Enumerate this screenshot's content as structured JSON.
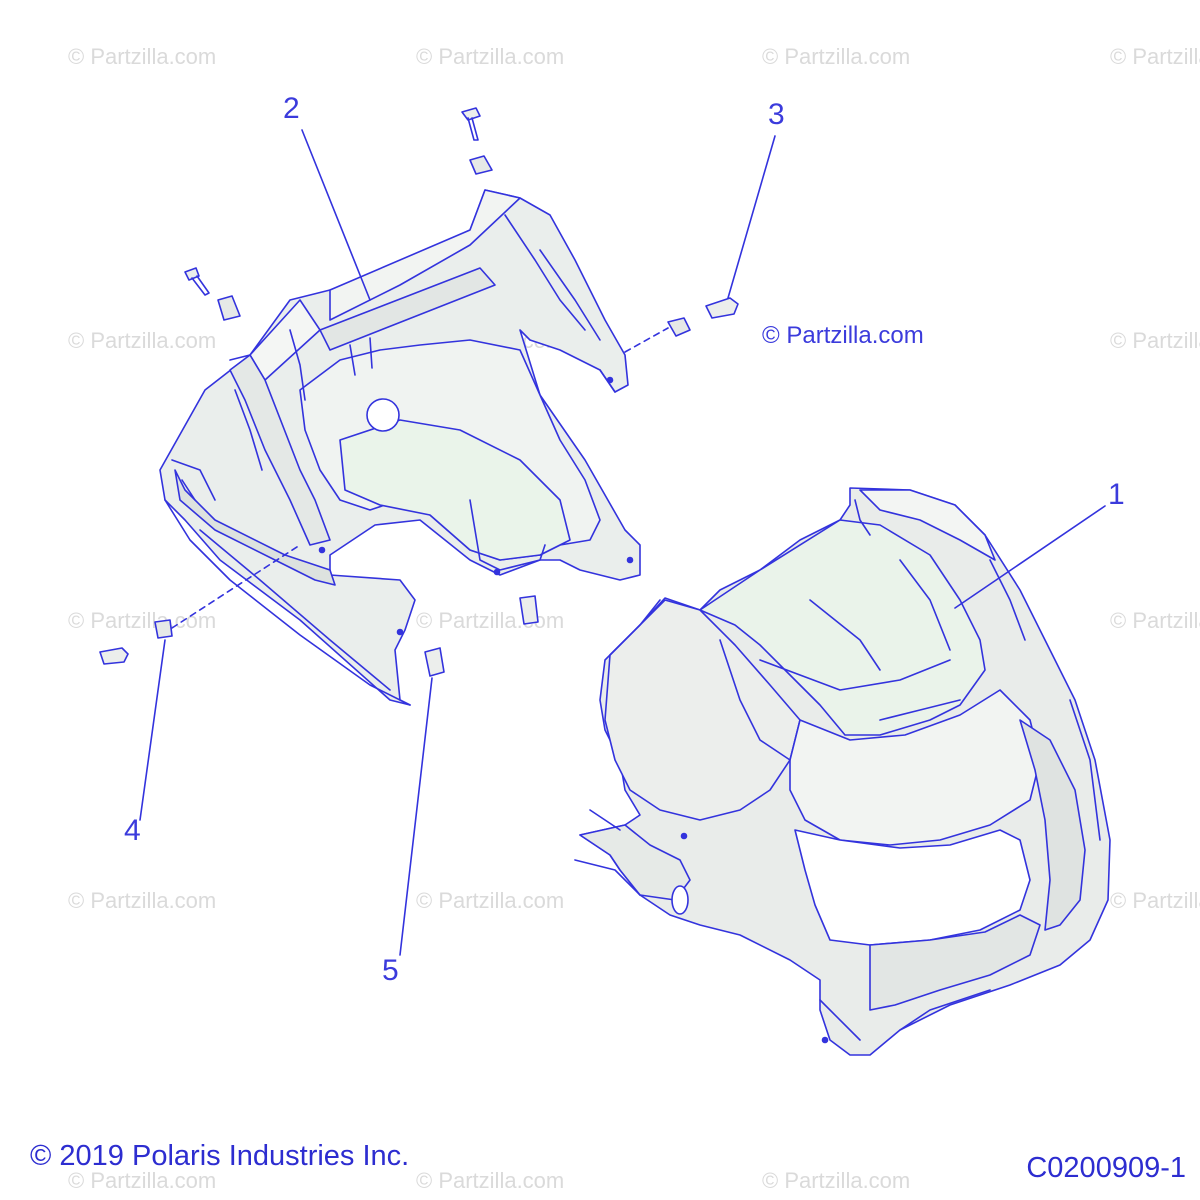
{
  "watermark_text": "© Partzilla.com",
  "inline_watermark": "© Partzilla.com",
  "callouts": {
    "c1": "1",
    "c2": "2",
    "c3": "3",
    "c4": "4",
    "c5": "5"
  },
  "footer": {
    "copyright": "© 2019 Polaris Industries Inc.",
    "diagram_code": "C0200909-1"
  },
  "colors": {
    "line": "#3333dd",
    "part_fill": "#e9ecea",
    "part_fill_tint": "#eaf4ea",
    "watermark": "#dadada"
  }
}
